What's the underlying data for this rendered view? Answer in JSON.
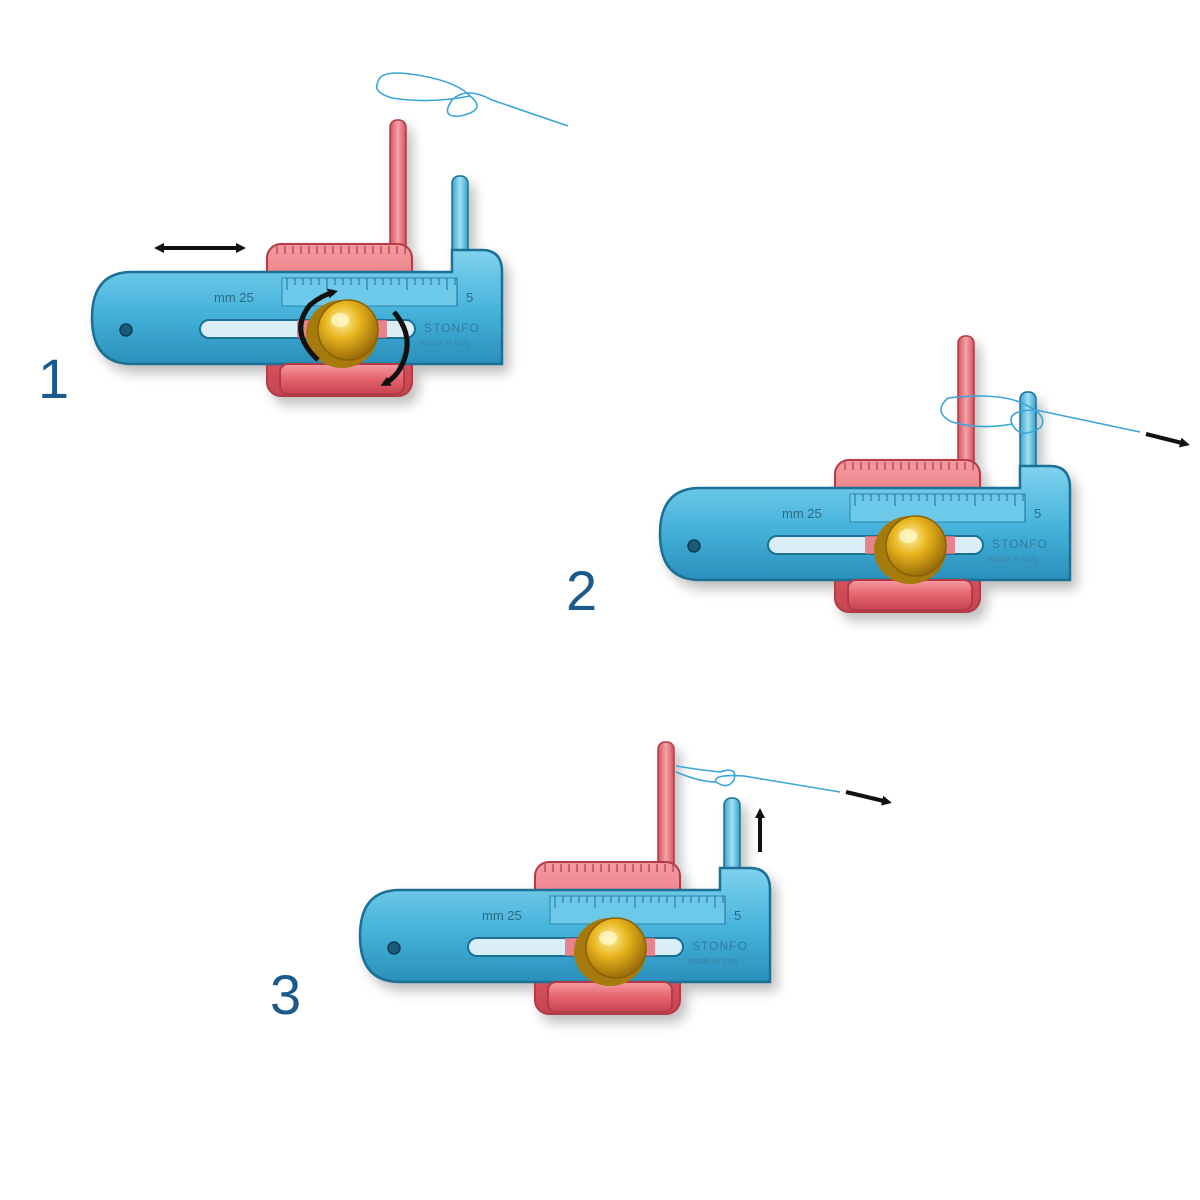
{
  "colors": {
    "ruler_body": "#48b6dc",
    "ruler_edge": "#1a6f93",
    "clamp_body": "#e96a74",
    "clamp_dark": "#c8444f",
    "pin_red": "#e97880",
    "pin_blue": "#65c2e4",
    "knob": "#e0ad1a",
    "thread": "#3aa5d6",
    "step_number": "#1d5a8c",
    "arrow": "#111111"
  },
  "tool": {
    "scale_unit_label": "mm 25",
    "scale_end_label": "5",
    "brand": "STONFO",
    "made_in": "made in italy"
  },
  "steps": [
    {
      "number": "1",
      "arrows": [
        "double-horizontal-arrow",
        "rotate-knob-arrows"
      ],
      "thread": "loop-above"
    },
    {
      "number": "2",
      "arrows": [
        "pull-right-arrow"
      ],
      "thread": "looped-around-pins"
    },
    {
      "number": "3",
      "arrows": [
        "pull-right-arrow",
        "lift-up-arrow"
      ],
      "thread": "knot-on-red-pin"
    }
  ]
}
